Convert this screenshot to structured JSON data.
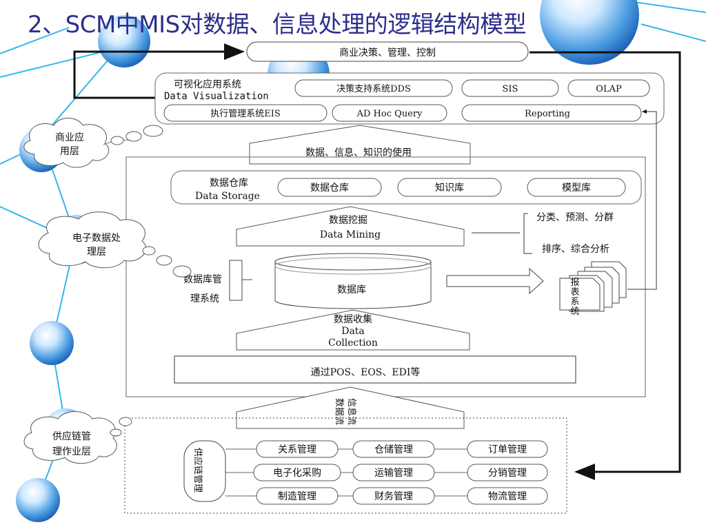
{
  "slide": {
    "title": "2、SCM中MIS对数据、信息处理的逻辑结构模型"
  },
  "diagram": {
    "top_banner": "商业决策、管理、控制",
    "clouds": {
      "business": "商业应\n用层",
      "edp": "电子数据处\n理层",
      "supply": "供应链管\n理作业层"
    },
    "visualization": {
      "title_cn": "可视化应用系统",
      "title_en": "Data Visualization",
      "dds": "决策支持系统DDS",
      "sis": "SIS",
      "olap": "OLAP",
      "eis": "执行管理系统EIS",
      "adhoc": "AD Hoc Query",
      "reporting": "Reporting"
    },
    "usage": "数据、信息、知识的使用",
    "storage": {
      "title_cn": "数据仓库",
      "title_en": "Data Storage",
      "warehouse": "数据仓库",
      "knowledge": "知识库",
      "model": "模型库"
    },
    "mining": {
      "cn": "数据挖掘",
      "en": "Data Mining",
      "out1": "分类、预测、分群",
      "out2": "排序、综合分析"
    },
    "dbms": {
      "line1": "数据库管",
      "line2": "理系统"
    },
    "database": "数据库",
    "report_system": [
      "报",
      "表",
      "系",
      "统"
    ],
    "collection": {
      "cn": "数据收集",
      "en1": "Data",
      "en2": "Collection"
    },
    "pos_bar": "通过POS、EOS、EDI等",
    "flow": {
      "info": "信息流",
      "data": "数据流"
    },
    "scm_vertical": "供应链管理",
    "modules": {
      "r1": [
        "关系管理",
        "仓储管理",
        "订单管理"
      ],
      "r2": [
        "电子化采购",
        "运输管理",
        "分销管理"
      ],
      "r3": [
        "制造管理",
        "财务管理",
        "物流管理"
      ]
    }
  }
}
